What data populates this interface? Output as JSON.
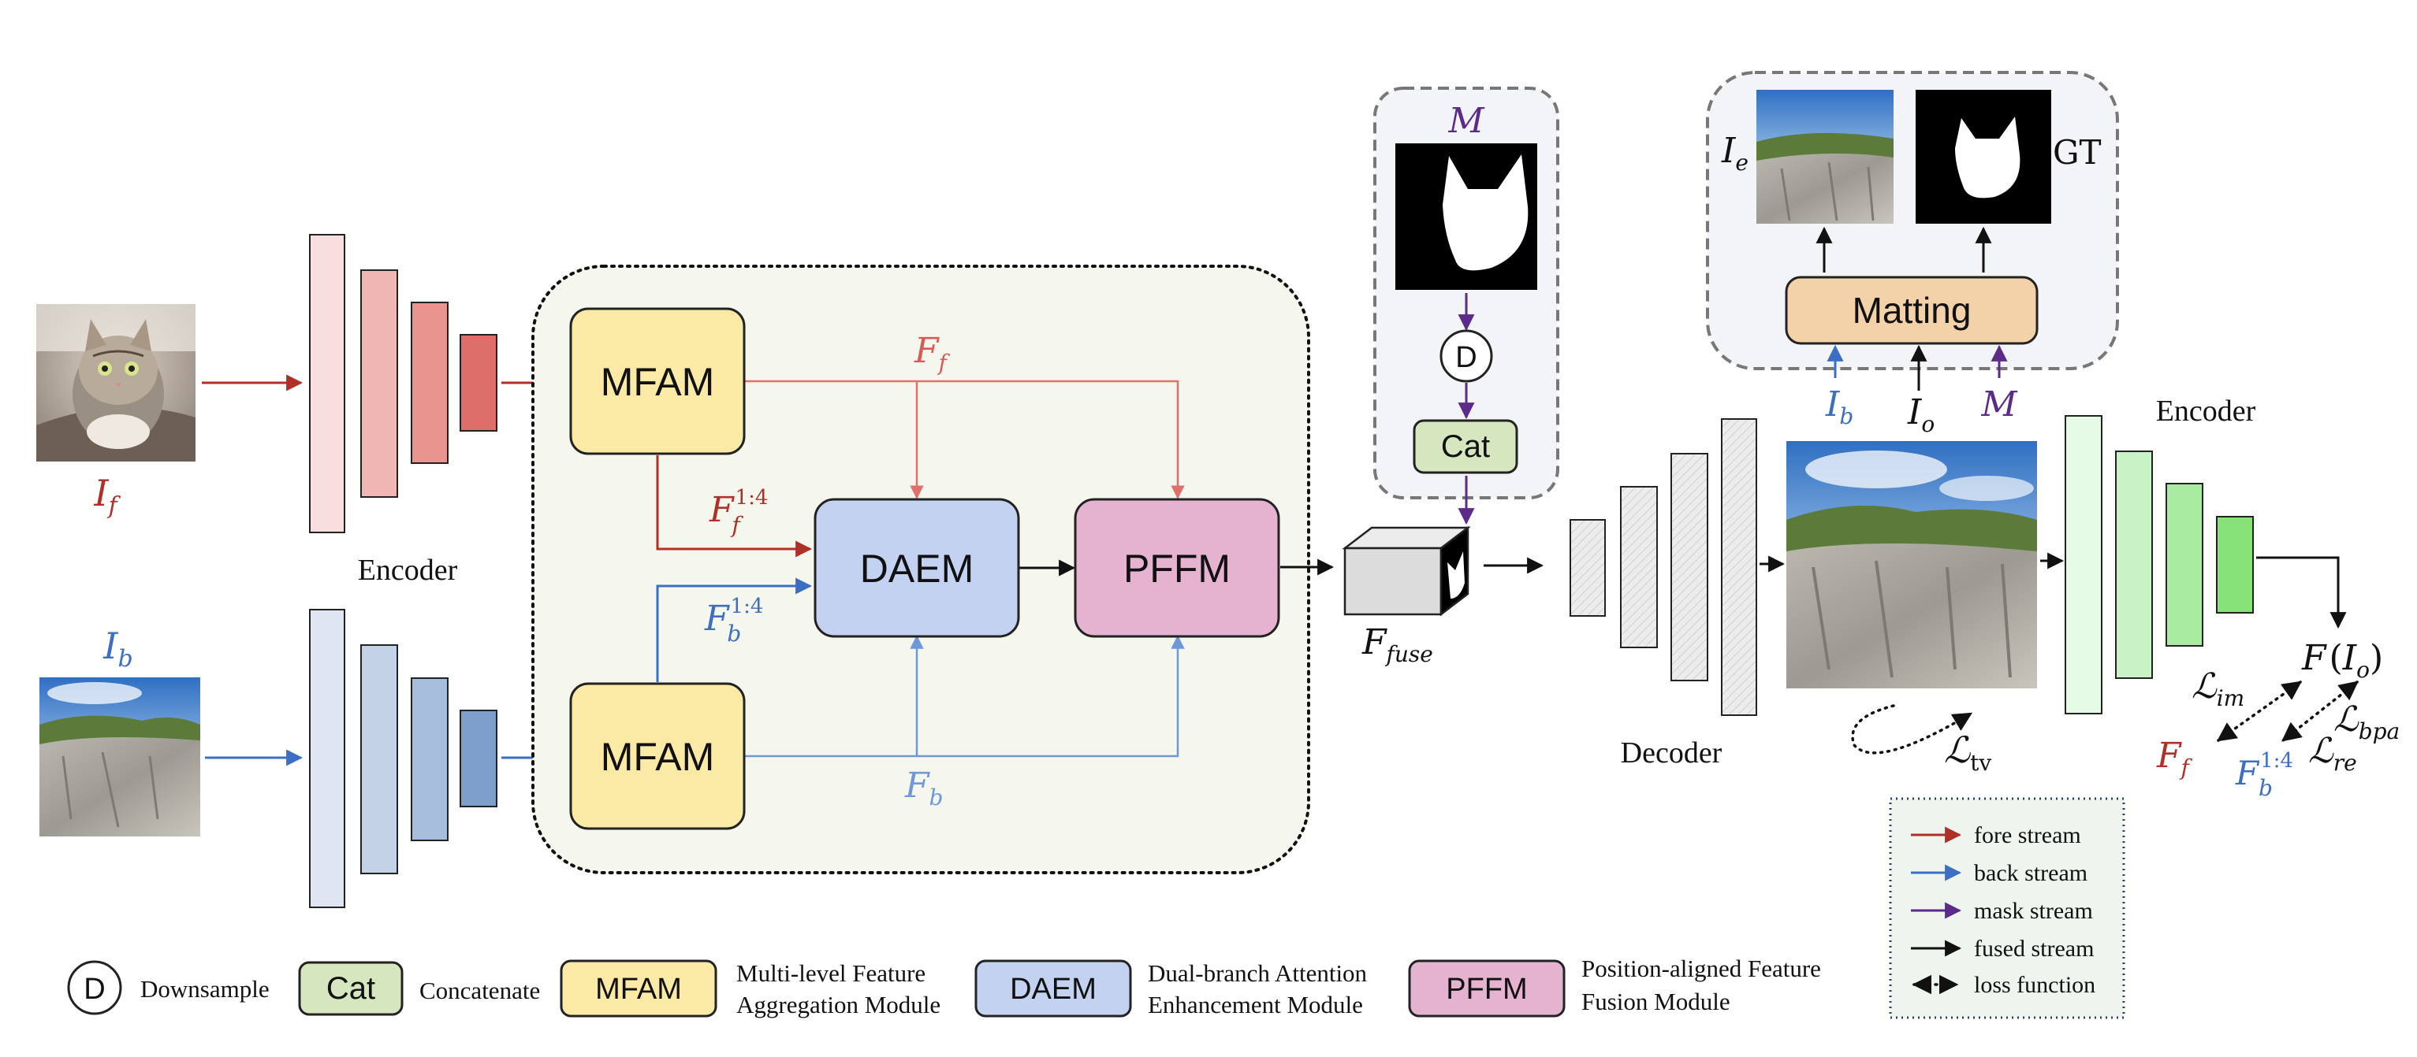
{
  "colors": {
    "fore": "#b03028",
    "back": "#3c6fc4",
    "mask": "#5b2a8a",
    "fused": "#111111",
    "mfam_fill": "#fbeaa6",
    "daem_fill": "#c4d2f2",
    "pffm_fill": "#e5b2d0",
    "cat_fill": "#d6e6bf",
    "matting_fill": "#f3d1a9",
    "panel_fill": "#f5f7ee",
    "side_panel_fill": "#f3f4f8",
    "legend_fill": "#eef4ee",
    "fore_encoder": [
      "#f9dedf",
      "#efb6b4",
      "#e89590",
      "#dd6e69"
    ],
    "back_encoder": [
      "#dfe6f2",
      "#c3d2e7",
      "#a7bddc",
      "#7f9fcb"
    ],
    "out_encoder": [
      "#e6fbe6",
      "#c8f3c6",
      "#a8eca2",
      "#86e277"
    ]
  },
  "inputs": {
    "fore_symbol": "I",
    "fore_sub": "f",
    "back_symbol": "I",
    "back_sub": "b",
    "fore_image": "kitten-photo",
    "back_image": "cliff-landscape-photo"
  },
  "encoders": {
    "top_label": "Encoder",
    "right_label": "Encoder"
  },
  "modules": {
    "mfam_top": "MFAM",
    "mfam_bottom": "MFAM",
    "daem": "DAEM",
    "pffm": "PFFM"
  },
  "features": {
    "ff_symbol": "F",
    "ff_sub": "f",
    "ff14_symbol": "F",
    "ff14_sub": "f",
    "ff14_sup": "1:4",
    "fb_symbol": "F",
    "fb_sub": "b",
    "fb14_symbol": "F",
    "fb14_sub": "b",
    "fb14_sup": "1:4",
    "fuse_symbol": "F",
    "fuse_sub": "fuse"
  },
  "mask_panel": {
    "mask_symbol": "M",
    "downsample": "D",
    "cat": "Cat"
  },
  "matting_panel": {
    "ie_symbol": "I",
    "ie_sub": "e",
    "gt": "GT",
    "matting": "Matting",
    "ib_symbol": "I",
    "ib_sub": "b",
    "io_symbol": "I",
    "io_sub": "o",
    "m_symbol": "M"
  },
  "decoder": {
    "label": "Decoder"
  },
  "losses": {
    "tv_symbol": "ℒ",
    "tv_sub": "tv",
    "im_symbol": "ℒ",
    "im_sub": "im",
    "re_symbol": "ℒ",
    "re_sub": "re",
    "bpa_symbol": "ℒ",
    "bpa_sub": "bpa",
    "fio_func": "F",
    "fio_arg": "I",
    "fio_arg_sub": "o",
    "out_ff_symbol": "F",
    "out_ff_sub": "f",
    "out_fb_symbol": "F",
    "out_fb_sub": "b",
    "out_fb_sup": "1:4"
  },
  "legend": {
    "items": [
      {
        "label": "fore stream",
        "style": "fore"
      },
      {
        "label": "back stream",
        "style": "back"
      },
      {
        "label": "mask stream",
        "style": "mask"
      },
      {
        "label": "fused stream",
        "style": "fused"
      },
      {
        "label": "loss function",
        "style": "loss"
      }
    ]
  },
  "key": {
    "d_symbol": "D",
    "d_text": "Downsample",
    "cat_symbol": "Cat",
    "cat_text": "Concatenate",
    "mfam_symbol": "MFAM",
    "mfam_line1": "Multi-level Feature",
    "mfam_line2": "Aggregation Module",
    "daem_symbol": "DAEM",
    "daem_line1": "Dual-branch Attention",
    "daem_line2": "Enhancement Module",
    "pffm_symbol": "PFFM",
    "pffm_line1": "Position-aligned Feature",
    "pffm_line2": "Fusion Module"
  }
}
